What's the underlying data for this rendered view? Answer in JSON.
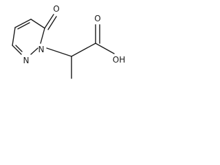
{
  "molecule": {
    "atoms": {
      "ring_carbonyl_oxygen": "O",
      "ring_nitrogen_substituted": "N",
      "ring_nitrogen_adjacent": "N",
      "acid_carbonyl_oxygen": "O",
      "acid_hydroxyl": "OH"
    }
  }
}
